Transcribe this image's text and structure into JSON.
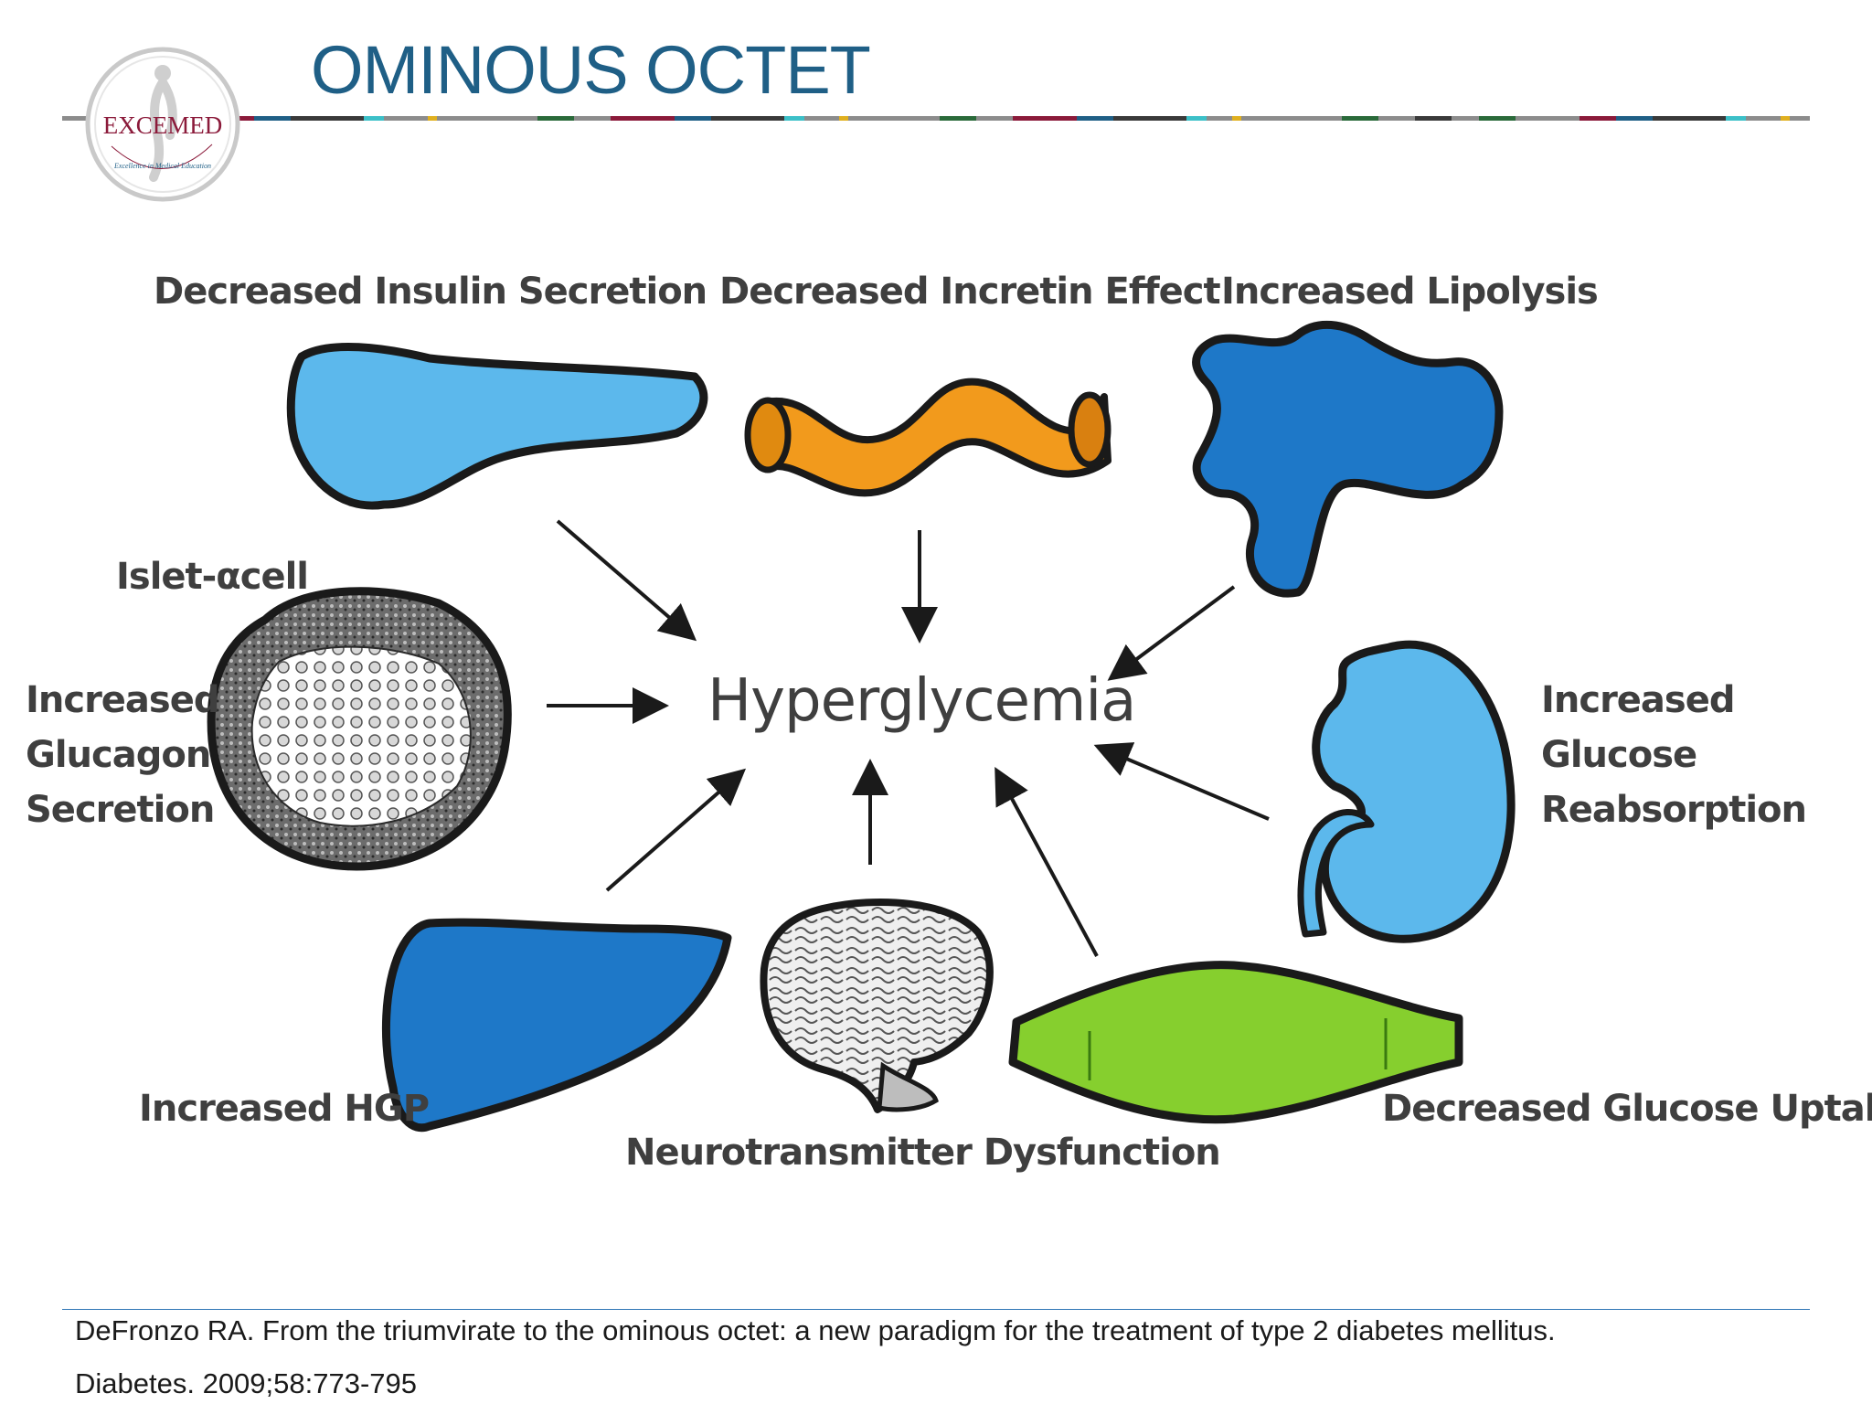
{
  "title": "OMINOUS OCTET",
  "logo": {
    "name": "EXCEMED",
    "tagline": "Excellence in Medical Education"
  },
  "hub": "Hyperglycemia",
  "factors": {
    "insulin": "Decreased Insulin Secretion",
    "incretin": "Decreased Incretin Effect",
    "lipolysis": "Increased Lipolysis",
    "islet": "Islet-αcell",
    "glucagon": [
      "Increased",
      "Glucagon",
      "Secretion"
    ],
    "reabsorption": [
      "Increased",
      "Glucose",
      "Reabsorption"
    ],
    "hgp": "Increased HGP",
    "neuro": "Neurotransmitter Dysfunction",
    "uptake": "Decreased Glucose Uptake"
  },
  "colors": {
    "title": "#1f5f86",
    "pancreas": "#5cb8ec",
    "intestine": "#f29a1c",
    "adipose": "#1e78c8",
    "kidney": "#5cb8ec",
    "liver": "#1e78c8",
    "muscle": "#86cf2e"
  },
  "reference": {
    "line1": "DeFronzo RA. From the triumvirate to the ominous octet: a new paradigm for the treatment of type 2 diabetes mellitus.",
    "line2": "Diabetes. 2009;58:773-795"
  }
}
